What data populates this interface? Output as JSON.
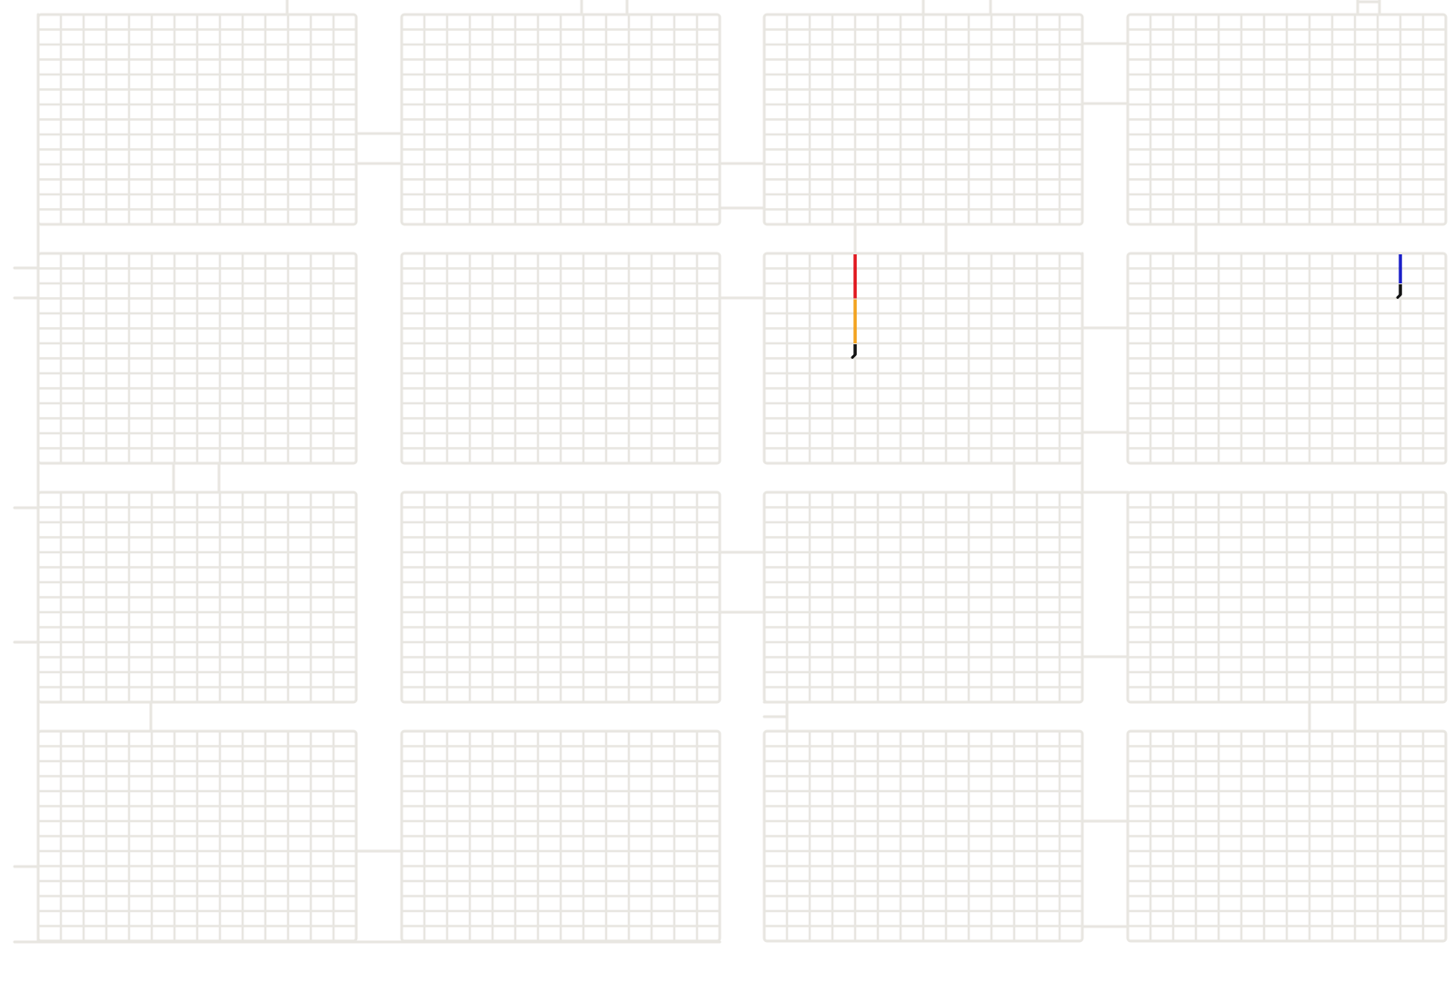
{
  "maze": {
    "colors": {
      "background": "#ffffff",
      "grid_line": "#e8e6e1",
      "path_red": "#e0151d",
      "path_orange": "#f3a21e",
      "path_blue": "#1a1fc8",
      "path_tail": "#111111"
    },
    "block_rows": 4,
    "block_cols": 4,
    "cell_rows_per_block": 14,
    "cell_cols_per_block": 14,
    "paths": [
      {
        "id": "red-orange-path",
        "block": [
          1,
          2
        ],
        "column": 4,
        "segments": [
          {
            "color": "path_red",
            "from_row": 0,
            "to_row": 3
          },
          {
            "color": "path_orange",
            "from_row": 3,
            "to_row": 6
          },
          {
            "color": "path_tail",
            "from_row": 6,
            "to_row": 7
          }
        ]
      },
      {
        "id": "blue-path",
        "block": [
          1,
          3
        ],
        "column": 12,
        "segments": [
          {
            "color": "path_blue",
            "from_row": 0,
            "to_row": 2
          },
          {
            "color": "path_tail",
            "from_row": 2,
            "to_row": 3
          }
        ]
      }
    ]
  }
}
